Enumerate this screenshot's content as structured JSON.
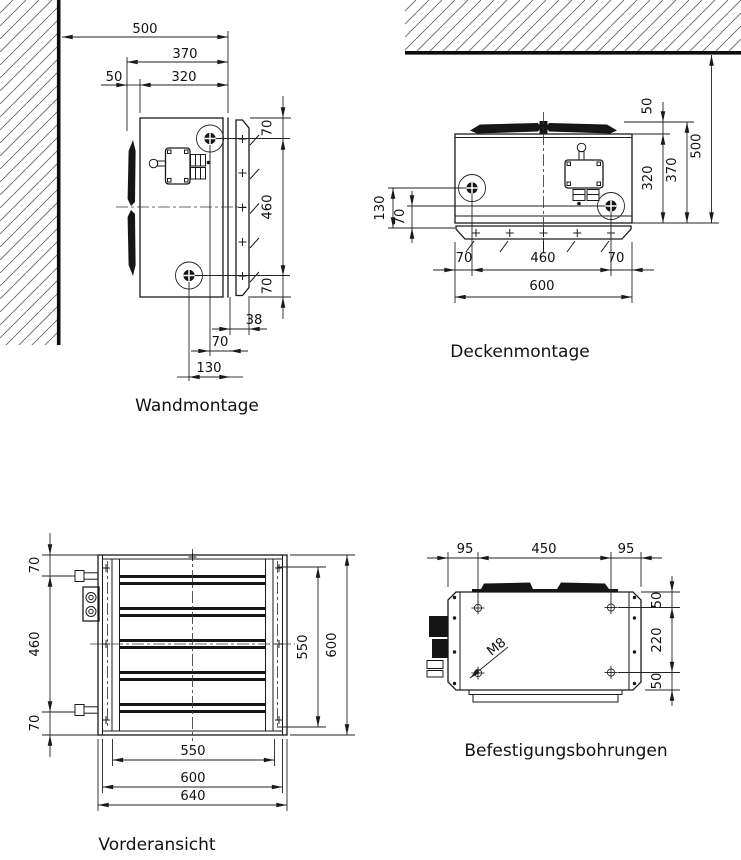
{
  "page": {
    "background": "#ffffff",
    "line_color": "#1a1a1a",
    "hatch_color": "#6a6a6a"
  },
  "views": {
    "wandmontage": {
      "title": "Wandmontage",
      "dims": {
        "wall_distance": "500",
        "depth_total": "370",
        "fan_offset": "50",
        "body_depth": "320",
        "hole_top_offset": "70",
        "hole_spacing": "460",
        "hole_bottom_offset": "70",
        "flange_depth": "38",
        "hole_to_flange": "70",
        "hole_to_back": "130"
      }
    },
    "deckenmontage": {
      "title": "Deckenmontage",
      "dims": {
        "fan_height": "50",
        "ceiling_distance": "500",
        "body_height": "320",
        "height_total": "370",
        "hole_to_bottom_far": "130",
        "hole_to_bottom_near": "70",
        "edge_to_hole_left": "70",
        "hole_spacing": "460",
        "edge_to_hole_right": "70",
        "width_total": "600"
      }
    },
    "vorderansicht": {
      "title": "Vorderansicht",
      "dims": {
        "hole_top_offset": "70",
        "hole_spacing": "460",
        "hole_bottom_offset": "70",
        "opening_height": "550",
        "total_height": "600",
        "opening_width": "550",
        "body_width": "600",
        "total_width": "640"
      }
    },
    "befestigungsbohrungen": {
      "title": "Befestigungsbohrungen",
      "dims": {
        "left_offset": "95",
        "hole_spacing_h": "450",
        "right_offset": "95",
        "top_offset": "50",
        "hole_spacing_v": "220",
        "bottom_offset": "50",
        "thread": "M8"
      }
    }
  }
}
